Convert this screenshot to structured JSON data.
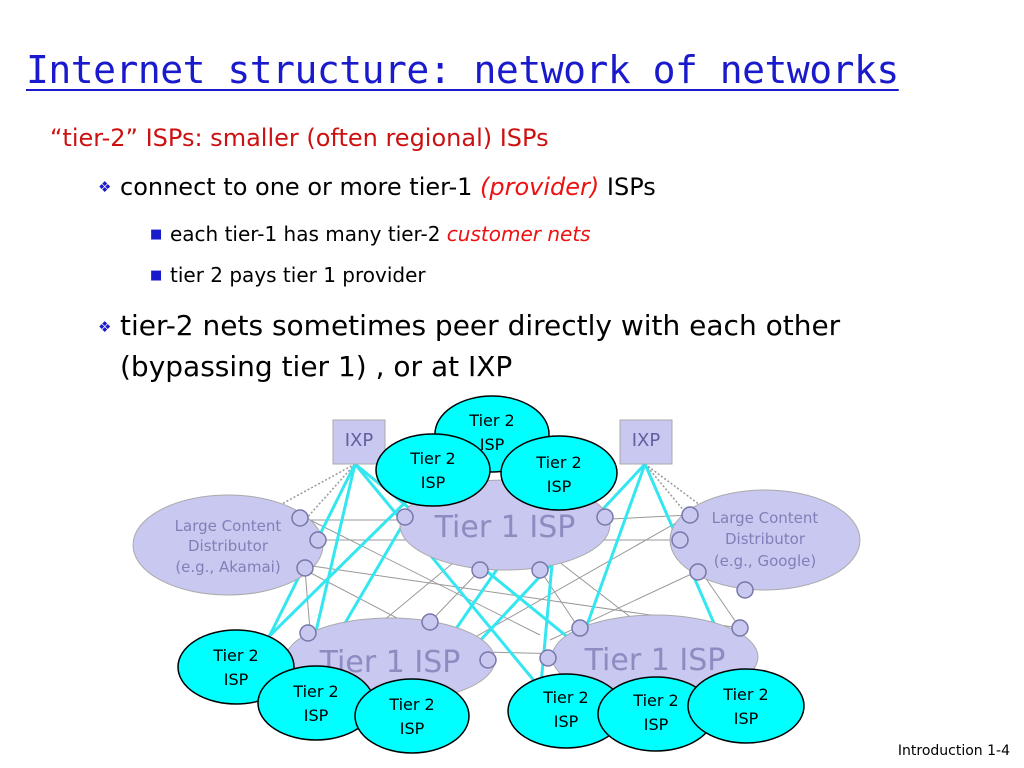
{
  "slide": {
    "title": "Internet structure: network of networks",
    "footer": "Introduction 1-4"
  },
  "bullets": {
    "l1": "“tier-2” ISPs: smaller (often regional) ISPs",
    "l2_pre": "connect to one or more tier-1 ",
    "l2_red": "(provider)",
    "l2_post": " ISPs",
    "l3_pre": "each tier-1 has many tier-2 ",
    "l3_red": "customer nets",
    "l4": "tier 2 pays tier 1 provider",
    "l5_a": "tier-2 nets sometimes peer directly with each other",
    "l5_b": "(bypassing tier 1) , or at IXP"
  },
  "colors": {
    "title": "#1a1acd",
    "tier1_fill": "#c8c8f0",
    "tier2_fill": "#00ffff",
    "link_cyan": "#33e6f0"
  },
  "diagram": {
    "tier1_label": "Tier 1 ISP",
    "tier2_line1": "Tier 2",
    "tier2_line2": "ISP",
    "ixp_label": "IXP",
    "akamai_l1": "Large Content",
    "akamai_l2": "Distributor",
    "akamai_l3": "(e.g., Akamai)",
    "google_l1": "Large Content",
    "google_l2": "Distributor",
    "google_l3": "(e.g., Google)"
  }
}
